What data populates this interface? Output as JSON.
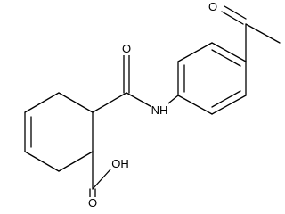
{
  "molecule": {
    "labels": {
      "amide_oxygen": "O",
      "amide_nitrogen": "NH",
      "ketone_oxygen": "O",
      "hydroxyl": "OH",
      "acid_oxygen": "O"
    }
  },
  "colors": {
    "bond": "#000000",
    "text": "#000000",
    "background": "#ffffff"
  }
}
